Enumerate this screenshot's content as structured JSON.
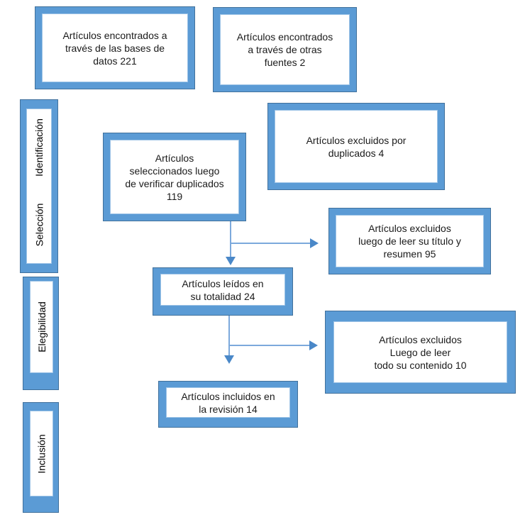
{
  "palette": {
    "box_fill": "#5b9bd5",
    "box_outline": "#41719c",
    "inner_panel_outline": "#9dc3e6",
    "arrow_line": "#7ca9dc",
    "arrow_head": "#4a88c8",
    "text": "#1a1a1a",
    "background": "#ffffff"
  },
  "stages": [
    {
      "label": "Identificación"
    },
    {
      "label": "Selección"
    },
    {
      "label": "Elegibilidad"
    },
    {
      "label": "Inclusión"
    }
  ],
  "boxes": {
    "found_databases": {
      "text": "Artículos encontrados a\ntravés de las bases de\ndatos 221",
      "count": 221
    },
    "found_other_sources": {
      "text": "Artículos encontrados\na través de otras\nfuentes 2",
      "count": 2
    },
    "selected_after_duplicates": {
      "text": "Artículos\nseleccionados luego\nde verificar duplicados\n119",
      "count": 119
    },
    "excluded_duplicates": {
      "text": "Artículos excluidos por\nduplicados 4",
      "count": 4
    },
    "excluded_title_abstract": {
      "text": "Artículos excluidos\nluego de leer su título y\nresumen 95",
      "count": 95
    },
    "full_read": {
      "text": "Artículos leídos en\nsu totalidad 24",
      "count": 24
    },
    "excluded_content": {
      "text": "Artículos excluidos\nLuego de leer\ntodo su contenido 10",
      "count": 10
    },
    "included": {
      "text": "Artículos incluidos en\nla revisión 14",
      "count": 14
    }
  },
  "connections": [
    {
      "from": "selected_after_duplicates",
      "to": "full_read",
      "direction": "down"
    },
    {
      "from": "selected_after_duplicates",
      "to": "excluded_title_abstract",
      "direction": "right"
    },
    {
      "from": "full_read",
      "to": "included",
      "direction": "down"
    },
    {
      "from": "full_read",
      "to": "excluded_content",
      "direction": "right"
    }
  ]
}
